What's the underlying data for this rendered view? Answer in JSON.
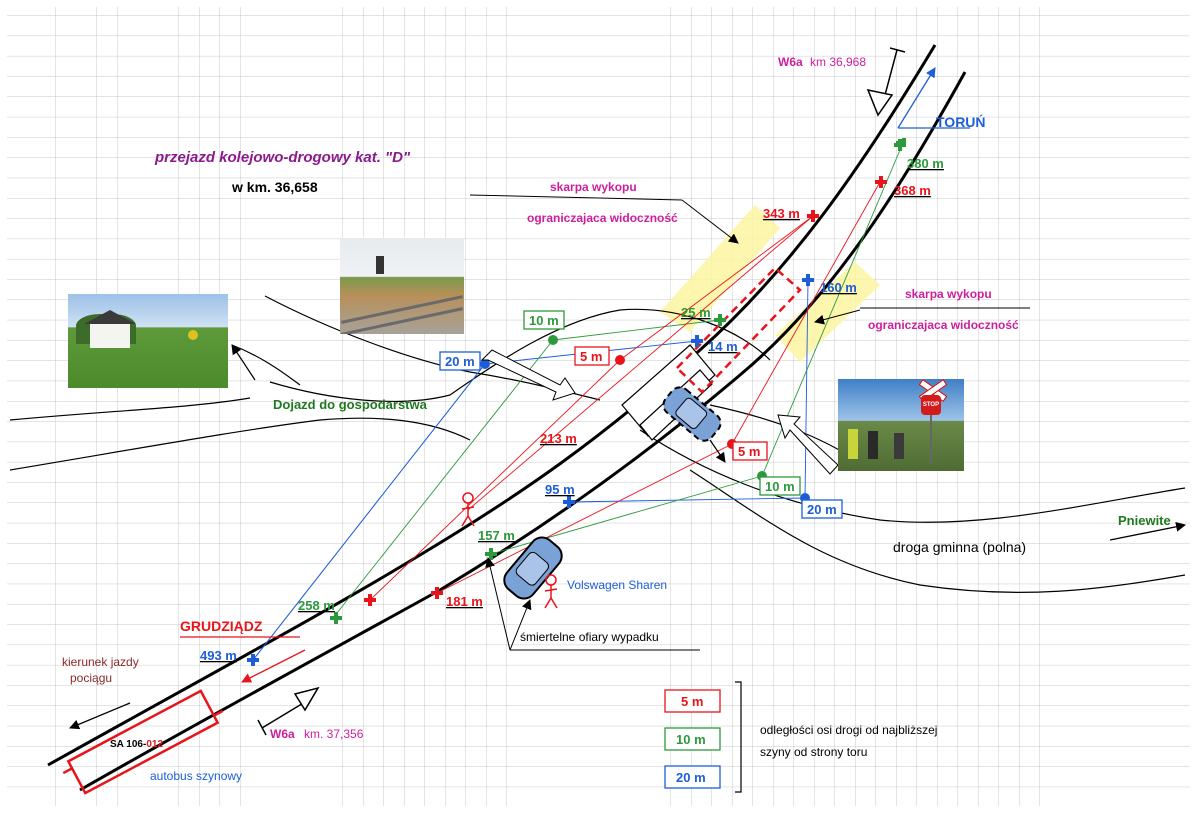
{
  "title": {
    "line1": "przejazd kolejowo-drogowy  kat. \"D\"",
    "line2": "w  km. 36,658"
  },
  "direction_labels": {
    "torun": "TORUŃ",
    "grudziadz": "GRUDZIĄDZ",
    "pniewite": "Pniewite",
    "train_direction_line1": "kierunek jazdy",
    "train_direction_line2": "pociągu"
  },
  "signs": {
    "w6a_top_code": "W6a",
    "w6a_top_km": "km 36,968",
    "w6a_bottom_code": "W6a",
    "w6a_bottom_km": "km. 37,356"
  },
  "annotations": {
    "slope_1_line1": "skarpa wykopu",
    "slope_1_line2": "ograniczajaca widoczność",
    "slope_2_line1": "skarpa wykopu",
    "slope_2_line2": "ograniczajaca widoczność",
    "farm_access": "Dojazd do gospodarstwa",
    "municipal_road": "droga gminna (polna)",
    "car": "Volswagen  Sharen",
    "victims": "śmiertelne   ofiary wypadku",
    "railbus_id_black": "SA 106-",
    "railbus_id_red": "012",
    "railbus_label": "autobus szynowy"
  },
  "distances": {
    "d380": "380 m",
    "d368": "368 m",
    "d343": "343 m",
    "d160": "160 m",
    "d25": "25 m",
    "d14": "14 m",
    "d213": "213 m",
    "d95": "95 m",
    "d157": "157 m",
    "d181": "181 m",
    "d258": "258 m",
    "d493": "493 m",
    "box_10_left": "10 m",
    "box_5_left": "5 m",
    "box_20_left": "20 m",
    "box_5_right": "5 m",
    "box_10_right": "10 m",
    "box_20_right": "20 m"
  },
  "legend": {
    "items": [
      "5 m",
      "10 m",
      "20 m"
    ],
    "description_line1": "odległości  osi drogi od najbliższej",
    "description_line2": "szyny od strony  toru"
  },
  "photos": {
    "stop_sign": "STOP"
  },
  "colors": {
    "red": "#e8141b",
    "green": "#2c9a3c",
    "blue": "#1d5ed8",
    "magenta": "#cc1f9e",
    "purple": "#8b1a8b",
    "darkgreen": "#1f7a1f",
    "yellow": "#fdf5a0",
    "grid": "#c9c9c9"
  }
}
